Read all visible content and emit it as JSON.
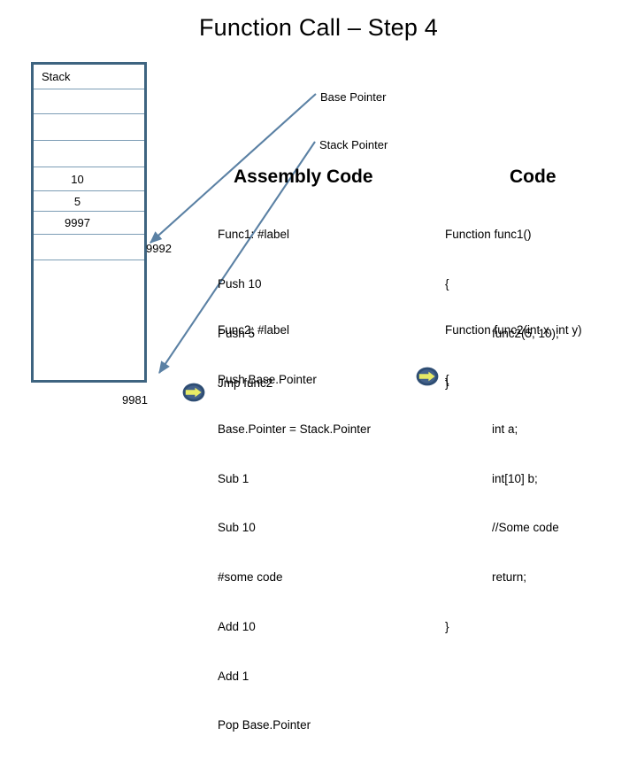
{
  "slide": {
    "title": "Function Call – Step 4"
  },
  "stack": {
    "header_label": "Stack",
    "rows": [
      {
        "value": "Stack",
        "type": "header"
      },
      {
        "value": "",
        "type": "empty"
      },
      {
        "value": "",
        "type": "empty"
      },
      {
        "value": "",
        "type": "empty"
      },
      {
        "value": "10",
        "type": "value"
      },
      {
        "value": "5",
        "type": "value"
      },
      {
        "value": "9997",
        "type": "value"
      },
      {
        "value": "",
        "type": "empty"
      },
      {
        "value": "",
        "type": "empty"
      }
    ]
  },
  "pointers": {
    "base_pointer_label": "Base Pointer",
    "stack_pointer_label": "Stack Pointer",
    "base_pointer_address": "9992",
    "stack_pointer_address": "9981"
  },
  "assembly": {
    "heading": "Assembly Code",
    "func1_lines": [
      "Func1: #label",
      "Push 10",
      "Push 5",
      "Jmp func2"
    ],
    "func2_lines": [
      "Func2: #label",
      "Push Base.Pointer",
      "Base.Pointer = Stack.Pointer",
      "Sub 1",
      "Sub 10",
      "#some code",
      "Add 10",
      "Add 1",
      "Pop Base.Pointer"
    ]
  },
  "code": {
    "heading": "Code",
    "func1_lines": [
      {
        "text": "Function func1()",
        "indent": false
      },
      {
        "text": "{",
        "indent": false
      },
      {
        "text": "func2(5, 10);",
        "indent": true
      },
      {
        "text": "}",
        "indent": false
      }
    ],
    "func2_lines": [
      {
        "text": "Function func2(int x, int y)",
        "indent": false
      },
      {
        "text": "{",
        "indent": false
      },
      {
        "text": "int a;",
        "indent": true
      },
      {
        "text": "int[10] b;",
        "indent": true
      },
      {
        "text": "//Some code",
        "indent": true
      },
      {
        "text": "return;",
        "indent": true
      },
      {
        "text": "}",
        "indent": false
      }
    ]
  },
  "icons": {
    "assembly_marker": "right-arrow-bullet-icon",
    "code_marker": "right-arrow-bullet-icon"
  },
  "colors": {
    "table_border": "#3E6480",
    "table_rule": "#7C9DB5",
    "leader_line": "#5B81A4",
    "bullet_body": "#2E4D73",
    "bullet_arrow": "#E8EB66",
    "text": "#000000",
    "background": "#FFFFFF"
  }
}
